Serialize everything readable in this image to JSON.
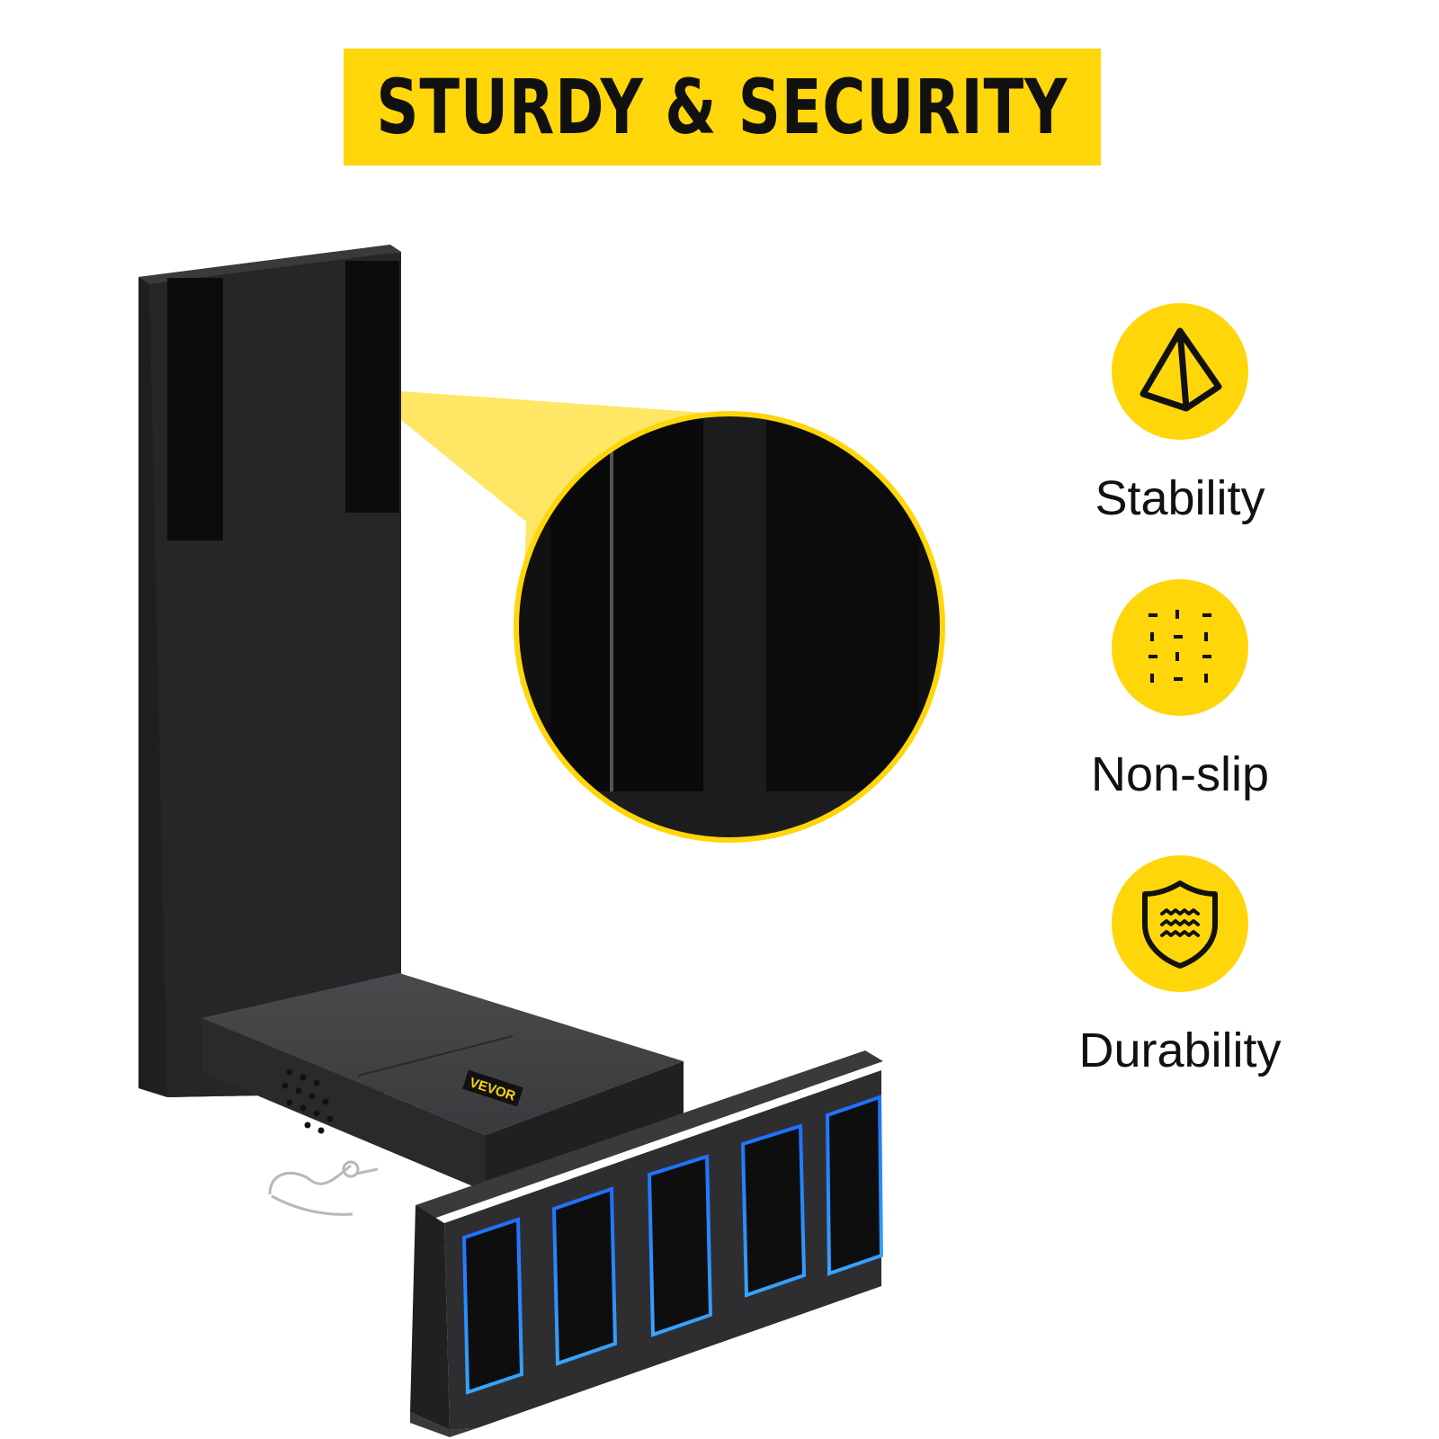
{
  "banner": {
    "title": "STURDY & SECURITY"
  },
  "product": {
    "brand": "VEVOR"
  },
  "features": [
    {
      "icon": "pyramid-icon",
      "label": "Stability"
    },
    {
      "icon": "dots-grid-icon",
      "label": "Non-slip"
    },
    {
      "icon": "shield-waves-icon",
      "label": "Durability"
    }
  ],
  "colors": {
    "accent": "#FFD60A",
    "product": "#2b2b2d",
    "felt": "#101010",
    "glow": "#2f8cff"
  }
}
